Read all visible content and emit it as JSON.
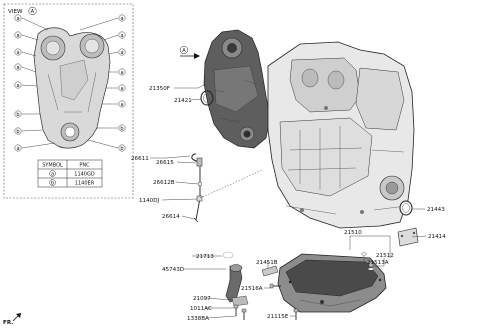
{
  "view_box": {
    "title": "VIEW",
    "view_ref": "A",
    "bolt_markers": [
      "a",
      "b"
    ],
    "table": {
      "headers": [
        "SYMBOL",
        "PNC"
      ],
      "rows": [
        {
          "symbol": "a",
          "pnc": "1140GD"
        },
        {
          "symbol": "b",
          "pnc": "1140ER"
        }
      ]
    }
  },
  "view_ref_main": "A",
  "parts": {
    "p21350F": "21350F",
    "p21421": "21421",
    "p26611": "26611",
    "p26615": "26615",
    "p26612B": "26612B",
    "p1140DJ": "1140DJ",
    "p26614": "26614",
    "p21443": "21443",
    "p21414": "21414",
    "p21510": "21510",
    "p21512": "21512",
    "p21513A": "21513A",
    "p21451B": "21451B",
    "p21516A": "21516A",
    "p21713": "21713",
    "p45743D": "45743D",
    "p21097": "21097",
    "p1011AC": "1011AC",
    "p1338BA": "1338BA",
    "p21115E": "21115E"
  },
  "corner_label": "FR."
}
